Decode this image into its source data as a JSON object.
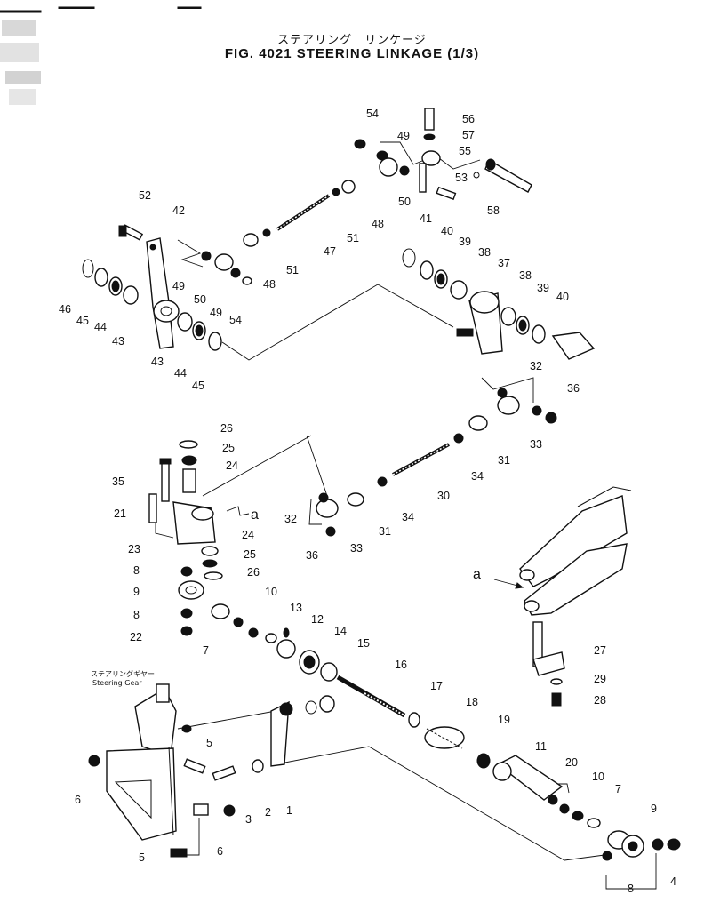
{
  "header": {
    "title_jp": "ステアリング　リンケージ",
    "title_en": "FIG. 4021  STEERING  LINKAGE  (1/3)"
  },
  "callouts": {
    "detail_a_1": "a",
    "detail_a_2": "a",
    "steering_gear_jp": "ステアリングギヤー",
    "steering_gear_en": "Steering  Gear"
  },
  "part_numbers": [
    {
      "id": "p54a",
      "text": "54"
    },
    {
      "id": "p56",
      "text": "56"
    },
    {
      "id": "p57",
      "text": "57"
    },
    {
      "id": "p49a",
      "text": "49"
    },
    {
      "id": "p55",
      "text": "55"
    },
    {
      "id": "p53",
      "text": "53"
    },
    {
      "id": "p50a",
      "text": "50"
    },
    {
      "id": "p58",
      "text": "58"
    },
    {
      "id": "p52",
      "text": "52"
    },
    {
      "id": "p42",
      "text": "42"
    },
    {
      "id": "p48a",
      "text": "48"
    },
    {
      "id": "p51a",
      "text": "51"
    },
    {
      "id": "p47",
      "text": "47"
    },
    {
      "id": "p51b",
      "text": "51"
    },
    {
      "id": "p48b",
      "text": "48"
    },
    {
      "id": "p41",
      "text": "41"
    },
    {
      "id": "p40a",
      "text": "40"
    },
    {
      "id": "p39a",
      "text": "39"
    },
    {
      "id": "p38a",
      "text": "38"
    },
    {
      "id": "p37",
      "text": "37"
    },
    {
      "id": "p38b",
      "text": "38"
    },
    {
      "id": "p39b",
      "text": "39"
    },
    {
      "id": "p40b",
      "text": "40"
    },
    {
      "id": "p49b",
      "text": "49"
    },
    {
      "id": "p50b",
      "text": "50"
    },
    {
      "id": "p49c",
      "text": "49"
    },
    {
      "id": "p54b",
      "text": "54"
    },
    {
      "id": "p46",
      "text": "46"
    },
    {
      "id": "p45a",
      "text": "45"
    },
    {
      "id": "p44a",
      "text": "44"
    },
    {
      "id": "p43a",
      "text": "43"
    },
    {
      "id": "p43b",
      "text": "43"
    },
    {
      "id": "p44b",
      "text": "44"
    },
    {
      "id": "p45b",
      "text": "45"
    },
    {
      "id": "p32a",
      "text": "32"
    },
    {
      "id": "p36a",
      "text": "36"
    },
    {
      "id": "p33a",
      "text": "33"
    },
    {
      "id": "p31a",
      "text": "31"
    },
    {
      "id": "p34a",
      "text": "34"
    },
    {
      "id": "p30",
      "text": "30"
    },
    {
      "id": "p34b",
      "text": "34"
    },
    {
      "id": "p31b",
      "text": "31"
    },
    {
      "id": "p33b",
      "text": "33"
    },
    {
      "id": "p32b",
      "text": "32"
    },
    {
      "id": "p36b",
      "text": "36"
    },
    {
      "id": "p26a",
      "text": "26"
    },
    {
      "id": "p25a",
      "text": "25"
    },
    {
      "id": "p24a",
      "text": "24"
    },
    {
      "id": "p35",
      "text": "35"
    },
    {
      "id": "p21",
      "text": "21"
    },
    {
      "id": "p23",
      "text": "23"
    },
    {
      "id": "p24b",
      "text": "24"
    },
    {
      "id": "p25b",
      "text": "25"
    },
    {
      "id": "p26b",
      "text": "26"
    },
    {
      "id": "p8a",
      "text": "8"
    },
    {
      "id": "p9a",
      "text": "9"
    },
    {
      "id": "p8b",
      "text": "8"
    },
    {
      "id": "p22",
      "text": "22"
    },
    {
      "id": "p7a",
      "text": "7"
    },
    {
      "id": "p10a",
      "text": "10"
    },
    {
      "id": "p13",
      "text": "13"
    },
    {
      "id": "p12",
      "text": "12"
    },
    {
      "id": "p14",
      "text": "14"
    },
    {
      "id": "p15",
      "text": "15"
    },
    {
      "id": "p16",
      "text": "16"
    },
    {
      "id": "p17",
      "text": "17"
    },
    {
      "id": "p18",
      "text": "18"
    },
    {
      "id": "p19",
      "text": "19"
    },
    {
      "id": "p11",
      "text": "11"
    },
    {
      "id": "p27",
      "text": "27"
    },
    {
      "id": "p29",
      "text": "29"
    },
    {
      "id": "p28",
      "text": "28"
    },
    {
      "id": "p5a",
      "text": "5"
    },
    {
      "id": "p6a",
      "text": "6"
    },
    {
      "id": "p3",
      "text": "3"
    },
    {
      "id": "p2",
      "text": "2"
    },
    {
      "id": "p1",
      "text": "1"
    },
    {
      "id": "p6b",
      "text": "6"
    },
    {
      "id": "p5b",
      "text": "5"
    },
    {
      "id": "p20",
      "text": "20"
    },
    {
      "id": "p10b",
      "text": "10"
    },
    {
      "id": "p7b",
      "text": "7"
    },
    {
      "id": "p9b",
      "text": "9"
    },
    {
      "id": "p8c",
      "text": "8"
    },
    {
      "id": "p4",
      "text": "4"
    }
  ]
}
